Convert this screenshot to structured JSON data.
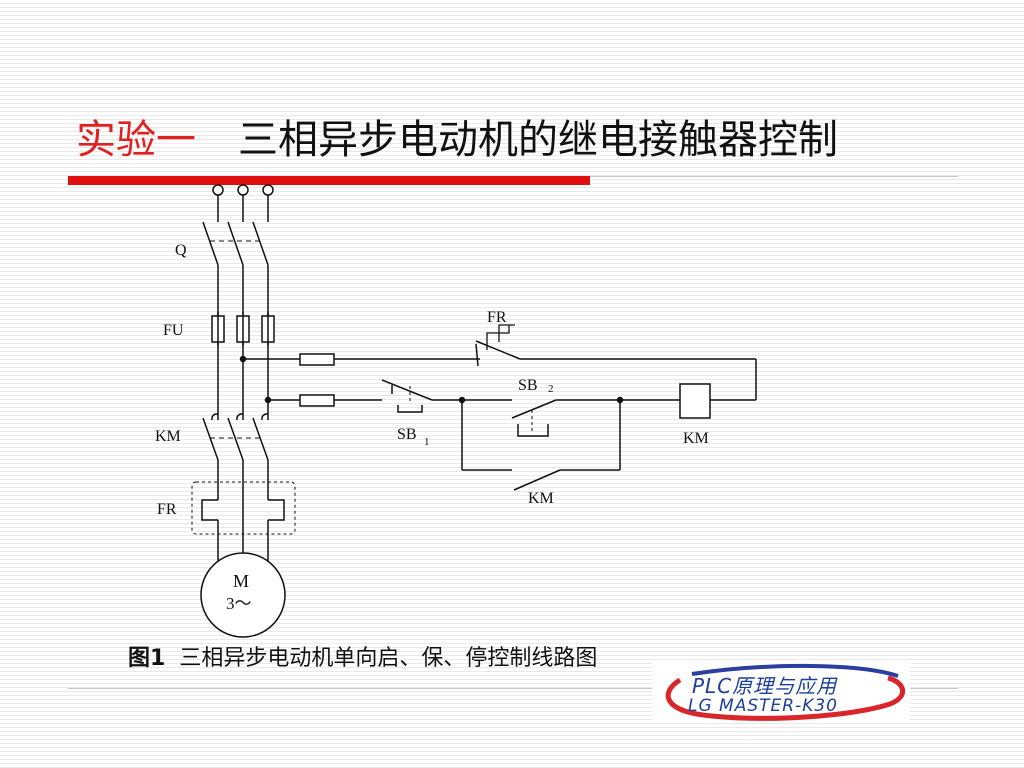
{
  "title": {
    "prefix": "实验一",
    "main": "三相异步电动机的继电接触器控制"
  },
  "diagram": {
    "labels": {
      "q": "Q",
      "fu": "FU",
      "km_main": "KM",
      "fr_main": "FR",
      "motor_m": "M",
      "motor_spec": "3～",
      "fr_contact": "FR",
      "sb2": "SB",
      "sb2_sub": "2",
      "sb1": "SB",
      "sb1_sub": "1",
      "km_coil": "KM",
      "km_hold": "KM"
    }
  },
  "caption": {
    "number": "图1",
    "text": "三相异步电动机单向启、保、停控制线路图"
  },
  "logo": {
    "line1": "PLC原理与应用",
    "line2": "LG MASTER-K30"
  }
}
